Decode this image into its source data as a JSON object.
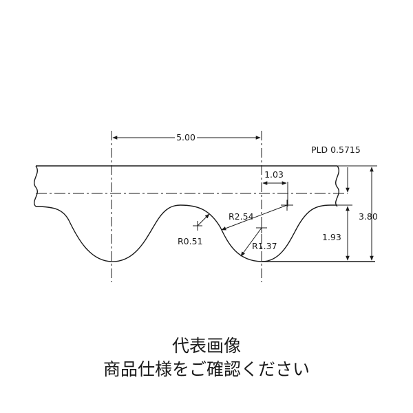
{
  "diagram": {
    "dimensions": {
      "pitch": "5.00",
      "pld": "PLD 0.5715",
      "offset": "1.03",
      "total_height": "3.80",
      "tooth_height": "1.93"
    },
    "radii": {
      "r1": "R0.51",
      "r2": "R2.54",
      "r3": "R1.37"
    }
  },
  "caption": {
    "line1": "代表画像",
    "line2": "商品仕様をご確認ください"
  }
}
